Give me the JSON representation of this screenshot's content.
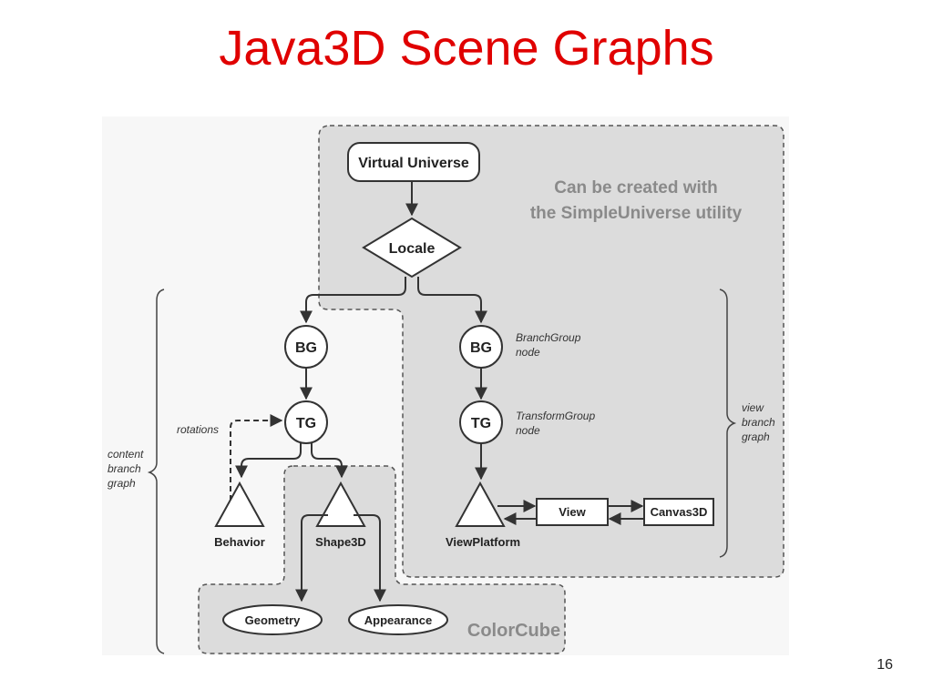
{
  "slide": {
    "title": "Java3D Scene Graphs",
    "page_number": "16"
  },
  "diagram": {
    "simple_universe_note_line1": "Can be created with",
    "simple_universe_note_line2": "the SimpleUniverse utility",
    "colorcube_label": "ColorCube",
    "nodes": {
      "virtual_universe": "Virtual Universe",
      "locale": "Locale",
      "bg_left": "BG",
      "bg_right": "BG",
      "tg_left": "TG",
      "tg_right": "TG",
      "behavior": "Behavior",
      "shape3d": "Shape3D",
      "viewplatform": "ViewPlatform",
      "view": "View",
      "canvas3d": "Canvas3D",
      "geometry": "Geometry",
      "appearance": "Appearance"
    },
    "annotations": {
      "rotations": "rotations",
      "branchgroup_line1": "BranchGroup",
      "branchgroup_line2": "node",
      "transformgroup_line1": "TransformGroup",
      "transformgroup_line2": "node",
      "content_line1": "content",
      "content_line2": "branch",
      "content_line3": "graph",
      "view_line1": "view",
      "view_line2": "branch",
      "view_line3": "graph"
    }
  }
}
